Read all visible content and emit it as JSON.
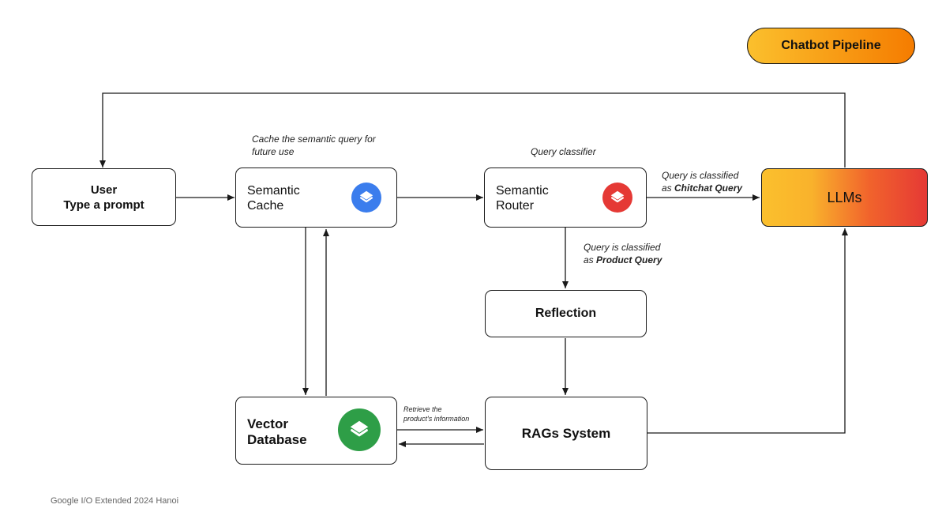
{
  "badge": {
    "label": "Chatbot Pipeline"
  },
  "nodes": {
    "user": {
      "line1": "User",
      "line2": "Type a prompt"
    },
    "semantic_cache": {
      "line1": "Semantic",
      "line2": "Cache",
      "icon": "layers-icon",
      "icon_color": "#3b7ded"
    },
    "semantic_router": {
      "line1": "Semantic",
      "line2": "Router",
      "icon": "layers-icon",
      "icon_color": "#e53935"
    },
    "llms": {
      "label": "LLMs"
    },
    "reflection": {
      "label": "Reflection"
    },
    "vector_db": {
      "line1": "Vector",
      "line2": "Database",
      "icon": "layers-icon",
      "icon_color": "#2e9e47"
    },
    "rags": {
      "label": "RAGs System"
    }
  },
  "notes": {
    "cache_note_1": "Cache the semantic query for",
    "cache_note_2": "future use",
    "router_note": "Query classifier",
    "chitchat_1": "Query is classified",
    "chitchat_2_prefix": "as ",
    "chitchat_2_bold": "Chitchat Query",
    "product_1": "Query is classified",
    "product_2_prefix": "as ",
    "product_2_bold": "Product Query",
    "retrieve_1": "Retrieve the",
    "retrieve_2": "product's information"
  },
  "footer": {
    "text": "Google I/O Extended 2024 Hanoi"
  }
}
